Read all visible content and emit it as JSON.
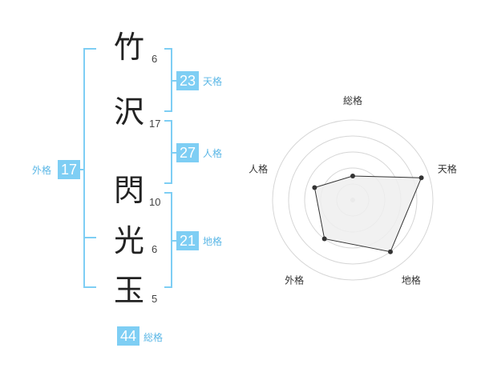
{
  "name": {
    "chars": [
      {
        "char": "竹",
        "strokes": "6"
      },
      {
        "char": "沢",
        "strokes": "17"
      },
      {
        "char": "閃",
        "strokes": "10"
      },
      {
        "char": "光",
        "strokes": "6"
      },
      {
        "char": "玉",
        "strokes": "5"
      }
    ]
  },
  "fortunes": {
    "tenkaku": {
      "value": "23",
      "label": "天格"
    },
    "jinkaku": {
      "value": "27",
      "label": "人格"
    },
    "chikaku": {
      "value": "21",
      "label": "地格"
    },
    "gaikaku": {
      "value": "17",
      "label": "外格"
    },
    "soukaku": {
      "value": "44",
      "label": "総格"
    }
  },
  "colors": {
    "accent": "#7ecef4",
    "accent_text": "#5bb7e6",
    "radar_fill": "#eeeeee",
    "radar_line": "#333333"
  },
  "chart_data": {
    "type": "radar",
    "axes": [
      "総格",
      "天格",
      "地格",
      "外格",
      "人格"
    ],
    "values": [
      1.5,
      4.5,
      4,
      3,
      2.5
    ],
    "rmax": 5,
    "rings": 4
  }
}
